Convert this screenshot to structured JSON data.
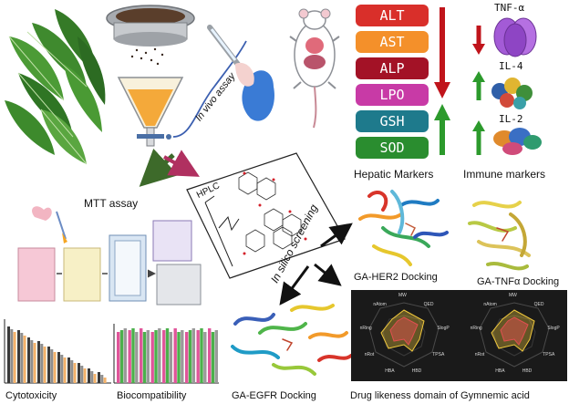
{
  "assays": {
    "in_vivo": "In vivo assay",
    "mtt": "MTT assay",
    "hplc": "HPLC",
    "in_silico": "In silico screening"
  },
  "hepatic": {
    "markers": [
      {
        "label": "ALT",
        "color": "#d92f2a"
      },
      {
        "label": "AST",
        "color": "#f4902a"
      },
      {
        "label": "ALP",
        "color": "#a31226"
      },
      {
        "label": "LPO",
        "color": "#c83aa6"
      },
      {
        "label": "GSH",
        "color": "#1e7a8c"
      },
      {
        "label": "SOD",
        "color": "#2a8d2f"
      }
    ],
    "caption": "Hepatic Markers"
  },
  "immune": {
    "tnf": "TNF-α",
    "il4": "IL-4",
    "il2": "IL-2",
    "caption": "Immune markers"
  },
  "docking": {
    "her2": "GA-HER2 Docking",
    "tnfa": "GA-TNFα Docking",
    "egfr": "GA-EGFR Docking"
  },
  "results": {
    "cytotoxicity": "Cytotoxicity",
    "biocompatibility": "Biocompatibility",
    "druglikeness": "Drug likeness domain of Gymnemic acid"
  },
  "radar_axes": [
    "MW",
    "QED",
    "SlogP",
    "TPSA",
    "HBD",
    "HBA",
    "nRot",
    "nRing",
    "nAtom"
  ],
  "colors": {
    "arrow_down": "#c0141b",
    "arrow_up": "#2c9a2c",
    "flow_arrow": "#3d6a2a",
    "hplc_arrow": "#b03060",
    "tnf_protein": "#a35bd6"
  }
}
